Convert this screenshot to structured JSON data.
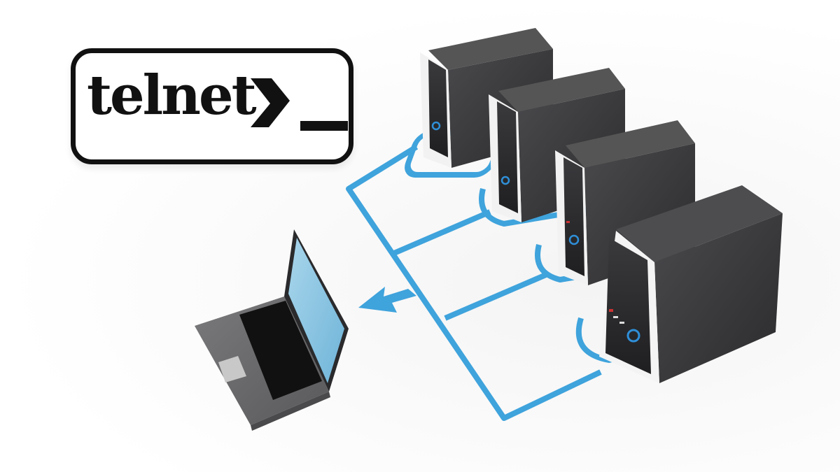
{
  "logo": {
    "text": "telnet",
    "prompt_glyph": ">",
    "cursor_glyph": "_"
  },
  "illustration": {
    "description": "Laptop connected via blue network lines to four server towers",
    "server_count": 4,
    "colors": {
      "network_line": "#3fa3dc",
      "server_body": "#3a3a3c",
      "server_trim": "#f2f2f2",
      "laptop_body": "#6b6b6d",
      "laptop_screen": "#8fc8e4",
      "power_ring": "#2f8fd8"
    }
  }
}
